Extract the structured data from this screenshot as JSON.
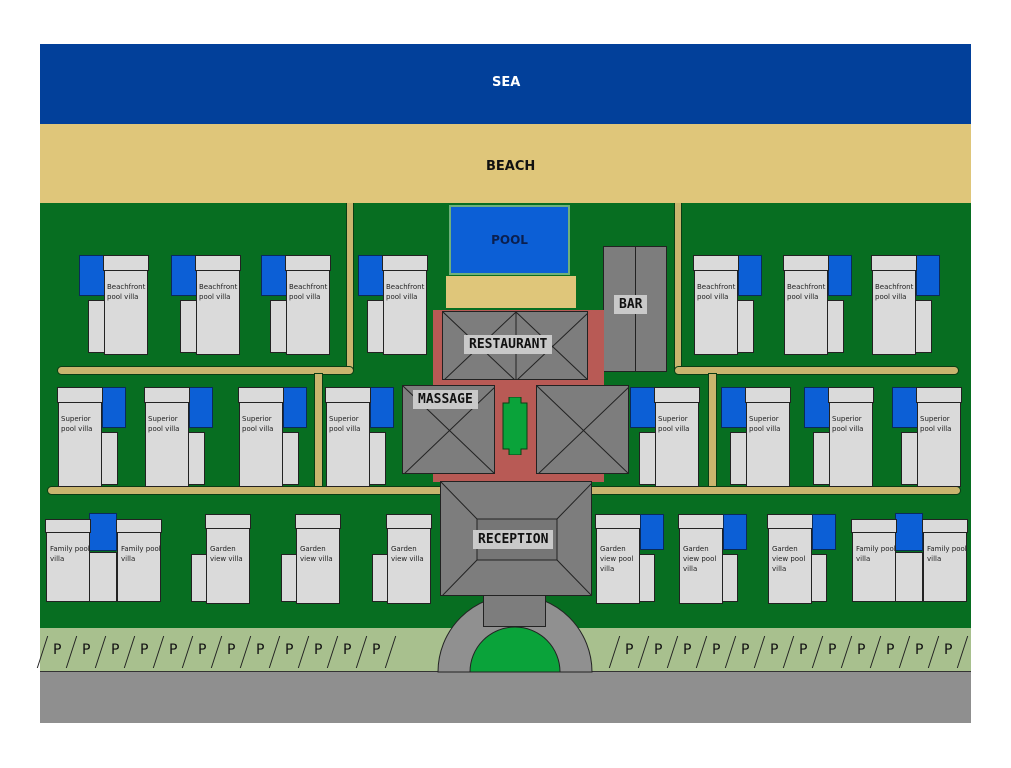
{
  "map": {
    "title": "Resort site plan",
    "zones": {
      "sea": "SEA",
      "beach": "BEACH",
      "pool": "POOL",
      "bar": "BAR",
      "restaurant": "RESTAURANT",
      "massage": "MASSAGE",
      "reception": "RECEPTION"
    },
    "colors": {
      "sea": "#02409a",
      "beach": "#dfc67a",
      "grass": "#076e21",
      "path": "#c9b56e",
      "pool": "#0c5fd6",
      "roof": "#7d7d7d",
      "courtyard": "#b85a55",
      "parking": "#a8c08e",
      "road": "#8f8f8f",
      "villa": "#dadada",
      "fountain_lawn": "#0aa33a"
    },
    "villas": {
      "row1_left": [
        "Beachfront pool villa",
        "Beachfront pool villa",
        "Beachfront pool villa",
        "Beachfront pool villa"
      ],
      "row1_right": [
        "Beachfront pool villa",
        "Beachfront pool villa",
        "Beachfront pool villa"
      ],
      "row2_left": [
        "Superior pool villa",
        "Superior pool villa",
        "Superior pool villa",
        "Superior pool villa"
      ],
      "row2_right": [
        "Superior pool villa",
        "Superior pool villa",
        "Superior pool villa",
        "Superior pool villa"
      ],
      "row3_left": [
        "Family pool villa",
        "Family pool villa",
        "Garden view villa",
        "Garden view villa",
        "Garden view villa"
      ],
      "row3_right": [
        "Garden view pool villa",
        "Garden view pool villa",
        "Garden view pool villa",
        "Family pool villa",
        "Family pool villa"
      ]
    },
    "parking": {
      "symbol": "P",
      "left_count": 12,
      "right_count": 12
    }
  }
}
